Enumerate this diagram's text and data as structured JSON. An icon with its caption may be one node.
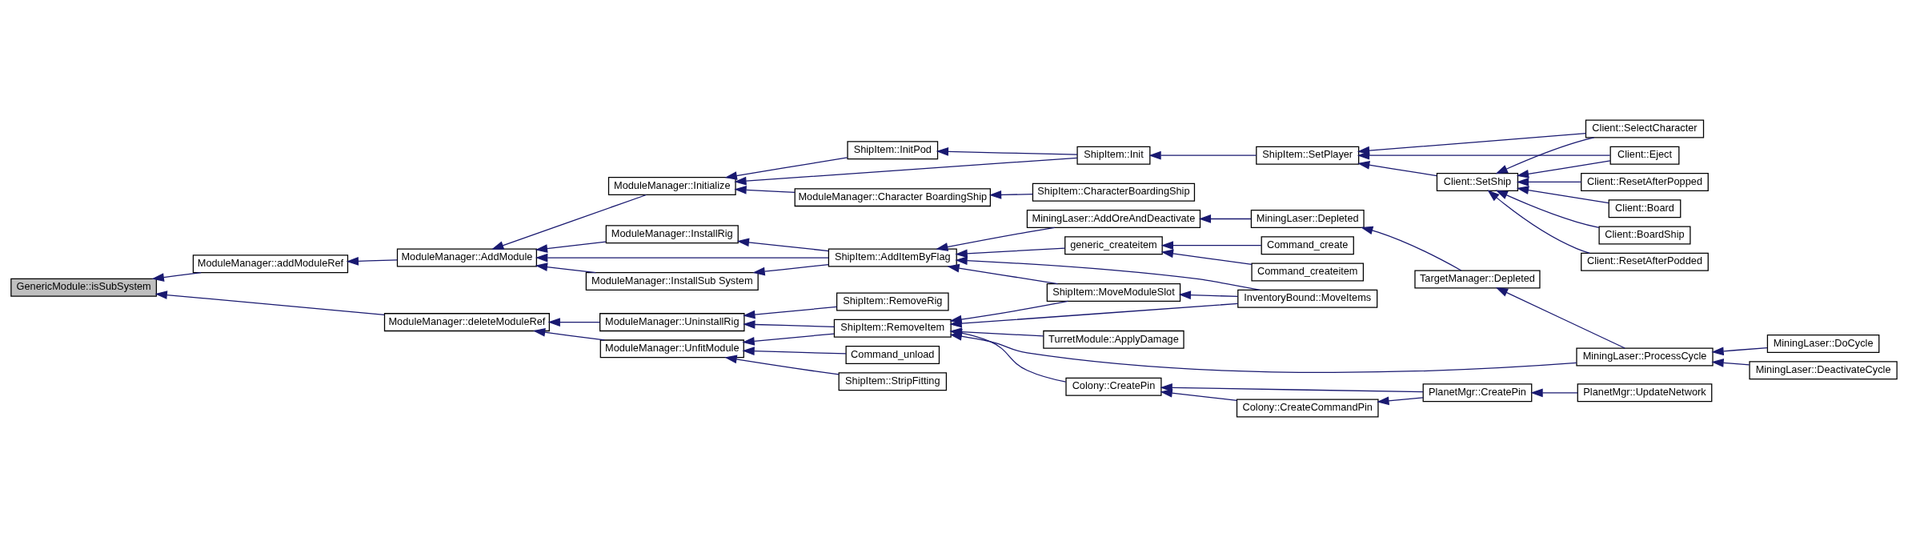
{
  "diagram": {
    "nodes": [
      {
        "text": [
          "GenericModule::isSubSystem"
        ]
      },
      {
        "text": [
          "ModuleManager::addModuleRef"
        ]
      },
      {
        "text": [
          "ModuleManager::deleteModuleRef"
        ]
      },
      {
        "text": [
          "ModuleManager::AddModule"
        ]
      },
      {
        "text": [
          "ModuleManager::Initialize"
        ]
      },
      {
        "text": [
          "ModuleManager::InstallSub System"
        ]
      },
      {
        "text": [
          "ModuleManager::InstallRig"
        ]
      },
      {
        "text": [
          "ModuleManager::UninstallRig"
        ]
      },
      {
        "text": [
          "ModuleManager::UnfitModule"
        ]
      },
      {
        "text": [
          "ShipItem::InitPod"
        ]
      },
      {
        "text": [
          "ModuleManager::Character BoardingShip"
        ]
      },
      {
        "text": [
          "ShipItem::AddItemByFlag"
        ]
      },
      {
        "text": [
          "ShipItem::RemoveRig"
        ]
      },
      {
        "text": [
          "ShipItem::RemoveItem"
        ]
      },
      {
        "text": [
          "Command_unload"
        ]
      },
      {
        "text": [
          "ShipItem::StripFitting"
        ]
      },
      {
        "text": [
          "ShipItem::Init"
        ]
      },
      {
        "text": [
          "ShipItem::CharacterBoardingShip"
        ]
      },
      {
        "text": [
          "generic_createitem"
        ]
      },
      {
        "text": [
          "MiningLaser::AddOreAndDeactivate"
        ]
      },
      {
        "text": [
          "ShipItem::MoveModuleSlot"
        ]
      },
      {
        "text": [
          "TurretModule::ApplyDamage"
        ]
      },
      {
        "text": [
          "Colony::CreatePin"
        ]
      },
      {
        "text": [
          "Colony::CreateCommandPin"
        ]
      },
      {
        "text": [
          "ShipItem::SetPlayer"
        ]
      },
      {
        "text": [
          "Command_create"
        ]
      },
      {
        "text": [
          "Command_createitem"
        ]
      },
      {
        "text": [
          "MiningLaser::Depleted"
        ]
      },
      {
        "text": [
          "InventoryBound::MoveItems"
        ]
      },
      {
        "text": [
          "TargetManager::Depleted"
        ]
      },
      {
        "text": [
          "PlanetMgr::CreatePin"
        ]
      },
      {
        "text": [
          "PlanetMgr::UpdateNetwork"
        ]
      },
      {
        "text": [
          "Client::SetShip"
        ]
      },
      {
        "text": [
          "MiningLaser::ProcessCycle"
        ]
      },
      {
        "text": [
          "Client::Eject"
        ]
      },
      {
        "text": [
          "Client::Board"
        ]
      },
      {
        "text": [
          "Client::BoardShip"
        ]
      },
      {
        "text": [
          "Client::ResetAfterPodded"
        ]
      },
      {
        "text": [
          "Client::ResetAfterPopped"
        ]
      },
      {
        "text": [
          "Client::SelectCharacter"
        ]
      },
      {
        "text": [
          "MiningLaser::DoCycle"
        ]
      },
      {
        "text": [
          "MiningLaser::DeactivateCycle"
        ]
      }
    ],
    "edges": [
      {
        "from": 1,
        "to": 0,
        "arrow": "to"
      },
      {
        "from": 2,
        "to": 0,
        "arrow": "to"
      },
      {
        "from": 3,
        "to": 1,
        "arrow": "to"
      },
      {
        "from": 7,
        "to": 2,
        "arrow": "to"
      },
      {
        "from": 8,
        "to": 2,
        "arrow": "to"
      },
      {
        "from": 4,
        "to": 3,
        "arrow": "to"
      },
      {
        "from": 5,
        "to": 3,
        "arrow": "to"
      },
      {
        "from": 6,
        "to": 3,
        "arrow": "to"
      },
      {
        "from": 11,
        "to": 3,
        "arrow": "to"
      },
      {
        "from": 9,
        "to": 4,
        "arrow": "to"
      },
      {
        "from": 16,
        "to": 4,
        "arrow": "to"
      },
      {
        "from": 10,
        "to": 4,
        "arrow": "to"
      },
      {
        "from": 11,
        "to": 5,
        "arrow": "to"
      },
      {
        "from": 11,
        "to": 6,
        "arrow": "to"
      },
      {
        "from": 12,
        "to": 7,
        "arrow": "to"
      },
      {
        "from": 13,
        "to": 7,
        "arrow": "to"
      },
      {
        "from": 13,
        "to": 8,
        "arrow": "to"
      },
      {
        "from": 14,
        "to": 8,
        "arrow": "to"
      },
      {
        "from": 15,
        "to": 8,
        "arrow": "to"
      },
      {
        "from": 16,
        "to": 9,
        "arrow": "to"
      },
      {
        "from": 17,
        "to": 10,
        "arrow": "to"
      },
      {
        "from": 18,
        "to": 11,
        "arrow": "to"
      },
      {
        "from": 19,
        "to": 11,
        "arrow": "to"
      },
      {
        "from": 20,
        "to": 11,
        "arrow": "to"
      },
      {
        "from": 28,
        "to": 11,
        "arrow": "to"
      },
      {
        "from": 20,
        "to": 13,
        "arrow": "to"
      },
      {
        "from": 28,
        "to": 13,
        "arrow": "to"
      },
      {
        "from": 21,
        "to": 13,
        "arrow": "to"
      },
      {
        "from": 33,
        "to": 13,
        "arrow": "to"
      },
      {
        "from": 22,
        "to": 13,
        "arrow": "to"
      },
      {
        "from": 24,
        "to": 16,
        "arrow": "to"
      },
      {
        "from": 25,
        "to": 18,
        "arrow": "to"
      },
      {
        "from": 26,
        "to": 18,
        "arrow": "to"
      },
      {
        "from": 27,
        "to": 19,
        "arrow": "to"
      },
      {
        "from": 28,
        "to": 20,
        "arrow": "to"
      },
      {
        "from": 30,
        "to": 22,
        "arrow": "to"
      },
      {
        "from": 23,
        "to": 22,
        "arrow": "to"
      },
      {
        "from": 30,
        "to": 23,
        "arrow": "to"
      },
      {
        "from": 32,
        "to": 24,
        "arrow": "to"
      },
      {
        "from": 34,
        "to": 24,
        "arrow": "to"
      },
      {
        "from": 39,
        "to": 24,
        "arrow": "to"
      },
      {
        "from": 29,
        "to": 27,
        "arrow": "to"
      },
      {
        "from": 31,
        "to": 30,
        "arrow": "to"
      },
      {
        "from": 34,
        "to": 32,
        "arrow": "to"
      },
      {
        "from": 35,
        "to": 32,
        "arrow": "to"
      },
      {
        "from": 36,
        "to": 32,
        "arrow": "to"
      },
      {
        "from": 37,
        "to": 32,
        "arrow": "to"
      },
      {
        "from": 38,
        "to": 32,
        "arrow": "to"
      },
      {
        "from": 39,
        "to": 32,
        "arrow": "to"
      },
      {
        "from": 33,
        "to": 29,
        "arrow": "to"
      },
      {
        "from": 40,
        "to": 33,
        "arrow": "to"
      },
      {
        "from": 41,
        "to": 33,
        "arrow": "to"
      }
    ]
  }
}
